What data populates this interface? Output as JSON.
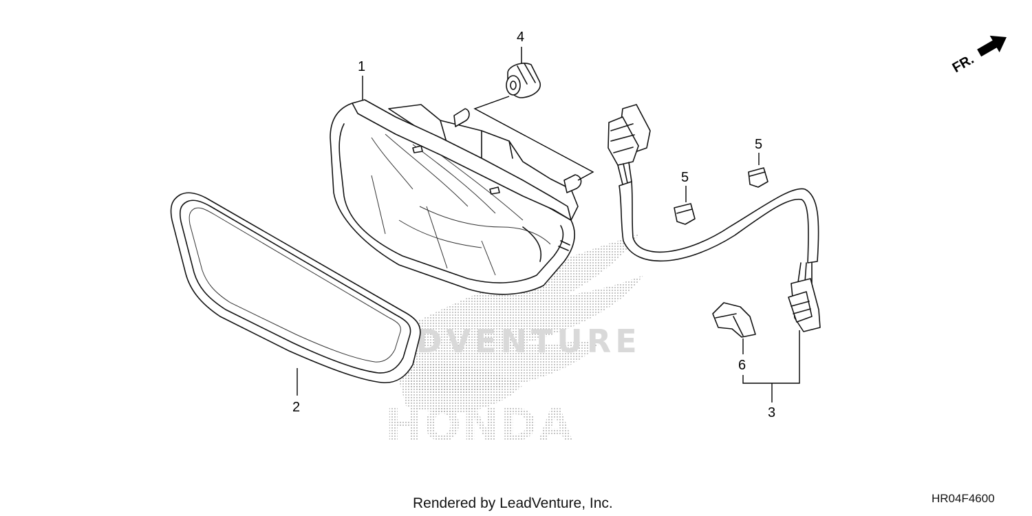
{
  "diagram": {
    "callouts": [
      {
        "id": "1",
        "label": "1"
      },
      {
        "id": "2",
        "label": "2"
      },
      {
        "id": "3",
        "label": "3"
      },
      {
        "id": "4",
        "label": "4"
      },
      {
        "id": "5a",
        "label": "5"
      },
      {
        "id": "5b",
        "label": "5"
      },
      {
        "id": "6",
        "label": "6"
      }
    ],
    "direction_marker": "FR.",
    "watermark": {
      "text": "LEADVENTURE",
      "brand": "HONDA"
    }
  },
  "footer": {
    "credit": "Rendered by LeadVenture, Inc.",
    "diagram_code": "HR04F4600"
  }
}
